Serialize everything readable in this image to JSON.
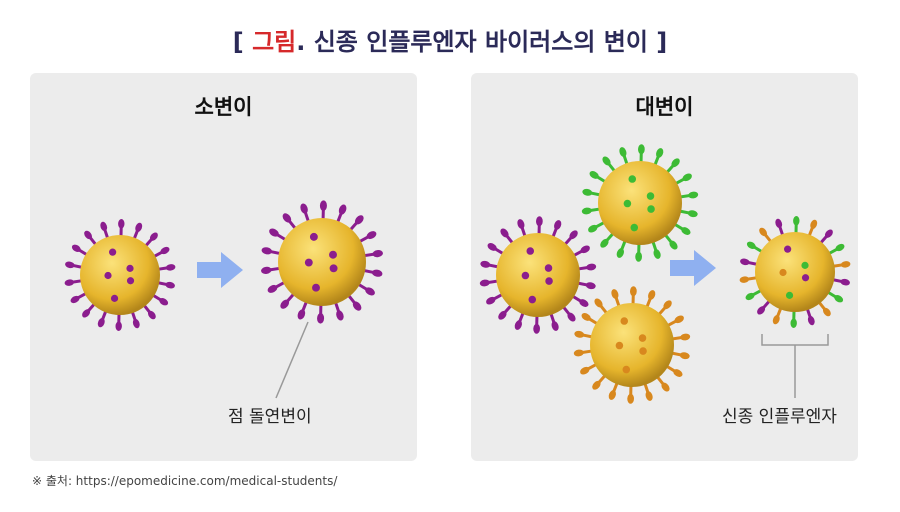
{
  "title": {
    "bracket_open": "[ ",
    "accent": "그림",
    "rest": ". 신종 인플루엔자 바이러스의 변이 ]"
  },
  "colors": {
    "title": "#2b2a58",
    "accent": "#d6292b",
    "body": "#e6b52c",
    "purple": "#8b1d8e",
    "green": "#3dbb35",
    "orange": "#d8881e",
    "arrow": "#8fb0f0"
  },
  "panels": [
    {
      "title": "소변이",
      "label": "점 돌연변이"
    },
    {
      "title": "대변이",
      "label": "신종 인플루엔자"
    }
  ],
  "source": "※ 출처: https://epomedicine.com/medical-students/"
}
